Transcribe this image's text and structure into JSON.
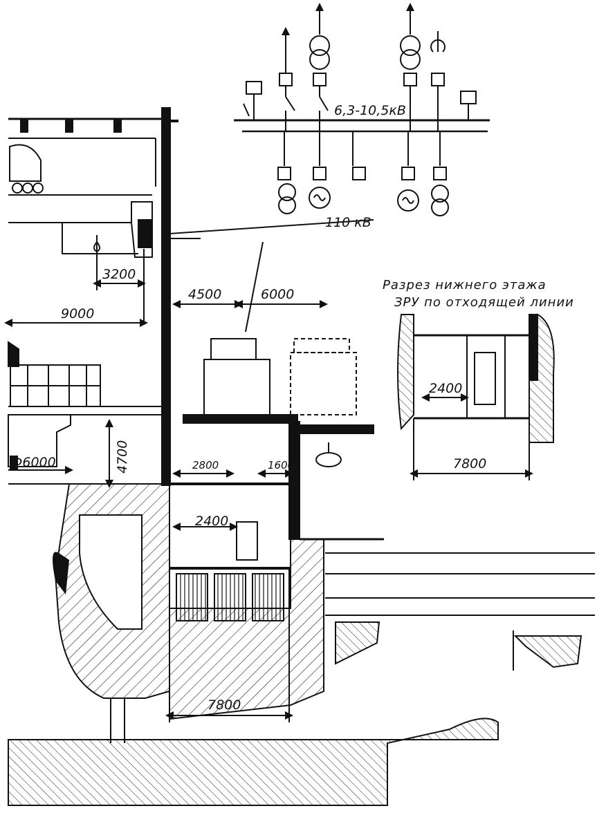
{
  "diagram": {
    "caption": {
      "line1": "Разрез нижнего этажа",
      "line2": "ЗРУ по отходящей линии"
    },
    "busbar_voltage": "6,3-10,5кВ",
    "line_voltage": "110 кВ",
    "dimensions": {
      "d3200": "3200",
      "d9000": "9000",
      "d4500": "4500",
      "d6000": "6000",
      "d4700": "4700",
      "d6000_diam": "Ф6000",
      "d2800": "2800",
      "d1600": "1600",
      "d2400_main": "2400",
      "d7800_main": "7800",
      "d2400_section": "2400",
      "d7800_section": "7800"
    }
  }
}
